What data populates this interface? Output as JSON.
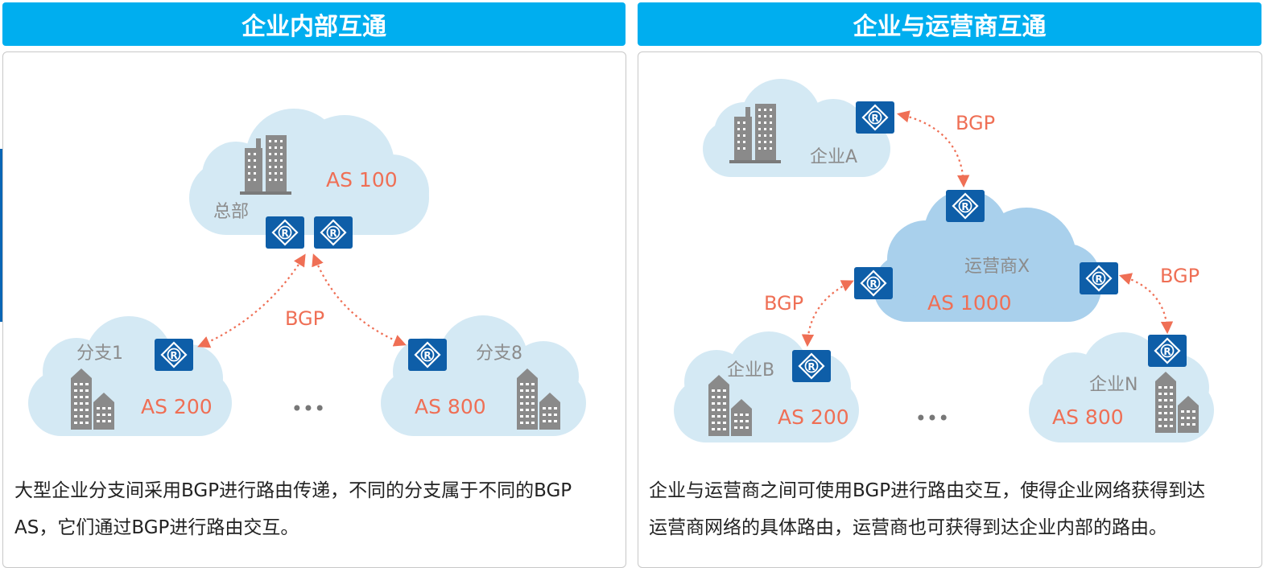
{
  "left_panel": {
    "title": "企业内部互通",
    "hq": {
      "name": "总部",
      "as": "AS 100"
    },
    "branch1": {
      "name": "分支1",
      "as": "AS 200"
    },
    "branch8": {
      "name": "分支8",
      "as": "AS 800"
    },
    "bgp": "BGP",
    "ellipsis": "•••",
    "description_line1": "大型企业分支间采用BGP进行路由传递，不同的分支属于不同的BGP",
    "description_line2": "AS，它们通过BGP进行路由交互。"
  },
  "right_panel": {
    "title": "企业与运营商互通",
    "enterprise_a": {
      "name": "企业A"
    },
    "carrier": {
      "name": "运营商X",
      "as": "AS 1000"
    },
    "enterprise_b": {
      "name": "企业B",
      "as": "AS 200"
    },
    "enterprise_n": {
      "name": "企业N",
      "as": "AS 800"
    },
    "bgp_top": "BGP",
    "bgp_left": "BGP",
    "bgp_right": "BGP",
    "ellipsis": "•••",
    "description_line1": "企业与运营商之间可使用BGP进行路由交互，使得企业网络获得到达",
    "description_line2": "运营商网络的具体路由，运营商也可获得到达企业内部的路由。"
  },
  "colors": {
    "header": "#00aeef",
    "cloud_light": "#d4e9f4",
    "cloud_carrier": "#a9d0ec",
    "router": "#0e5ea8",
    "accent": "#ef6f55",
    "building": "#808080"
  },
  "icons": [
    "router-icon",
    "building-icon",
    "cloud-icon",
    "bidirectional-arrow"
  ]
}
